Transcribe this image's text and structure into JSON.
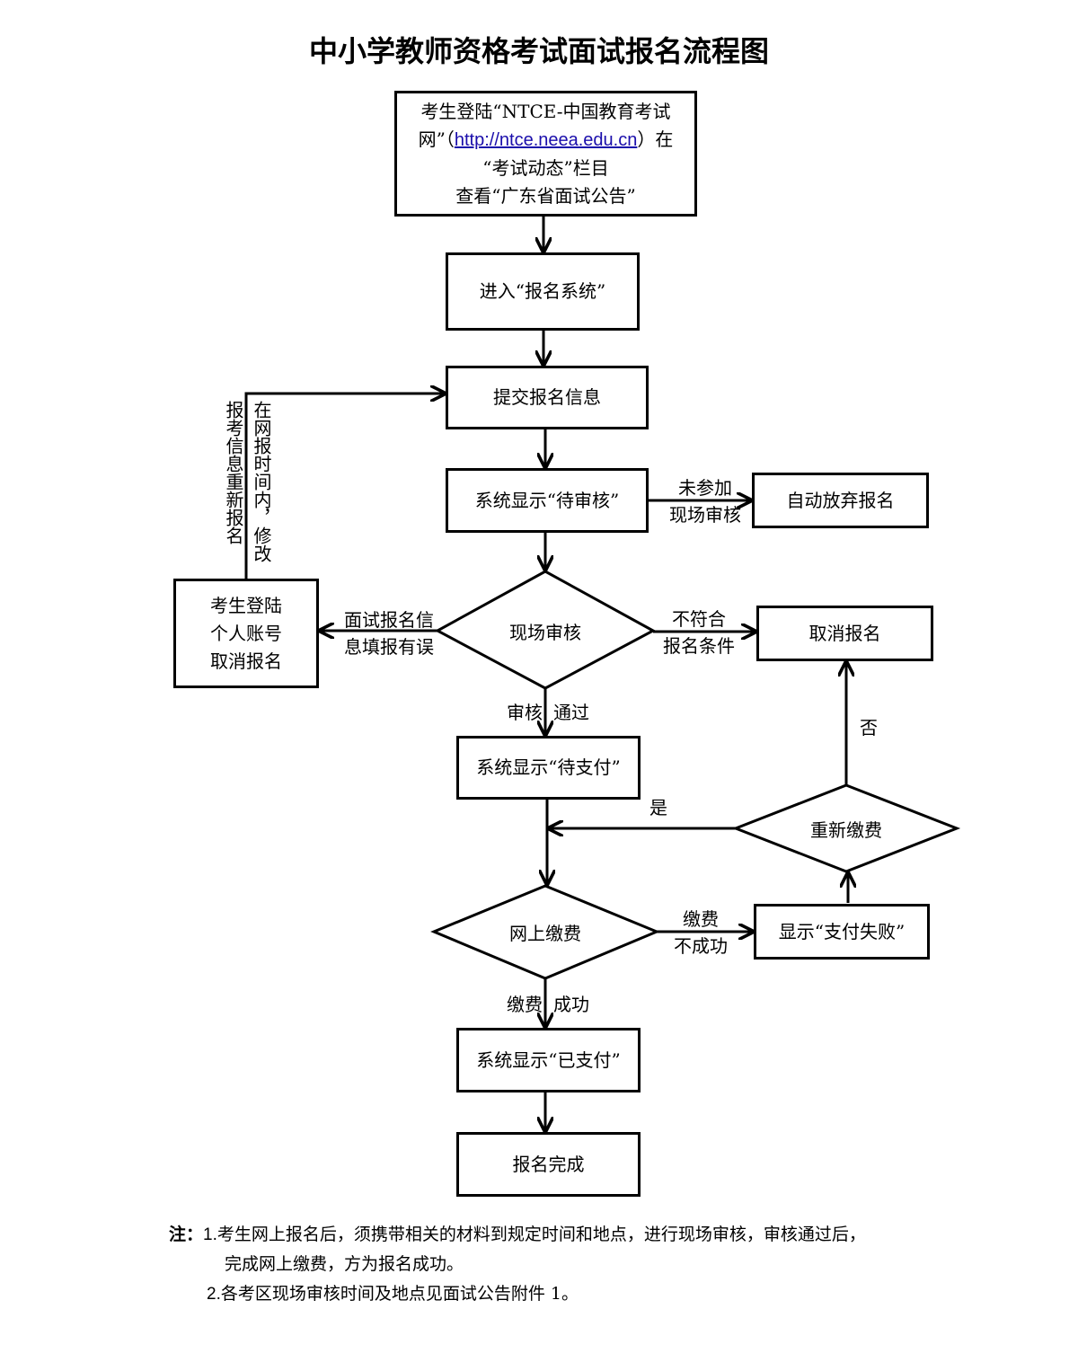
{
  "title": "中小学教师资格考试面试报名流程图",
  "nodes": {
    "start": {
      "line1": "考生登陆“NTCE-中国教育考试",
      "line2_pre": "网”（",
      "line2_link": "http://ntce.neea.edu.cn",
      "line2_post": "）在",
      "line3": "“考试动态”栏目",
      "line4": "查看“广东省面试公告”"
    },
    "enter_system": "进入“报名系统”",
    "submit_info": "提交报名信息",
    "pending_review": "系统显示“待审核”",
    "auto_abandon": "自动放弃报名",
    "onsite_review": "现场审核",
    "cancel_account": {
      "line1": "考生登陆",
      "line2": "个人账号",
      "line3": "取消报名"
    },
    "cancel_registration": "取消报名",
    "pending_payment": "系统显示“待支付”",
    "repay": "重新缴费",
    "online_payment": "网上缴费",
    "payment_failed": "显示“支付失败”",
    "paid": "系统显示“已支付”",
    "complete": "报名完成"
  },
  "edge_labels": {
    "not_attend_1": "未参加",
    "not_attend_2": "现场审核",
    "info_error_1": "面试报名信",
    "info_error_2": "息填报有误",
    "not_qualified_1": "不符合",
    "not_qualified_2": "报名条件",
    "review_pass_1": "审核",
    "review_pass_2": "通过",
    "no": "否",
    "yes": "是",
    "pay_fail_1": "缴费",
    "pay_fail_2": "不成功",
    "pay_success_1": "缴费",
    "pay_success_2": "成功",
    "re_register_left": "报考信息重新报名",
    "re_register_right": "在网报时间内，修改"
  },
  "notes": {
    "label": "注：",
    "n1_num": "1.",
    "n1_line1": "考生网上报名后，须携带相关的材料到规定时间和地点，进行现场审核，审核通过后，",
    "n1_line2": "完成网上缴费，方为报名成功。",
    "n2_num": "2.",
    "n2_text": "各考区现场审核时间及地点见面试公告附件 1。"
  }
}
